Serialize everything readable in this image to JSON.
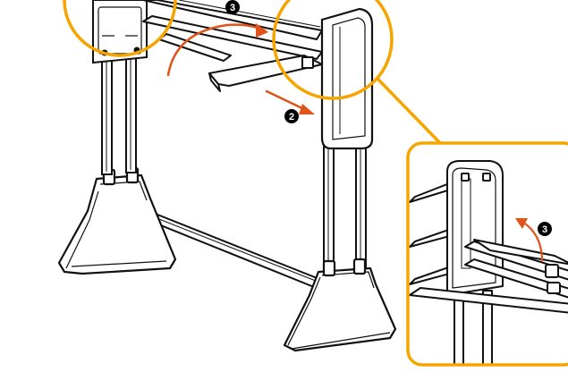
{
  "steps": {
    "step2": "2",
    "step3": "3",
    "step3_inset": "3"
  },
  "colors": {
    "accent": "#f5a400",
    "arrow": "#e0531b",
    "line": "#111111",
    "fill": "#ffffff",
    "marker": "#000000"
  }
}
